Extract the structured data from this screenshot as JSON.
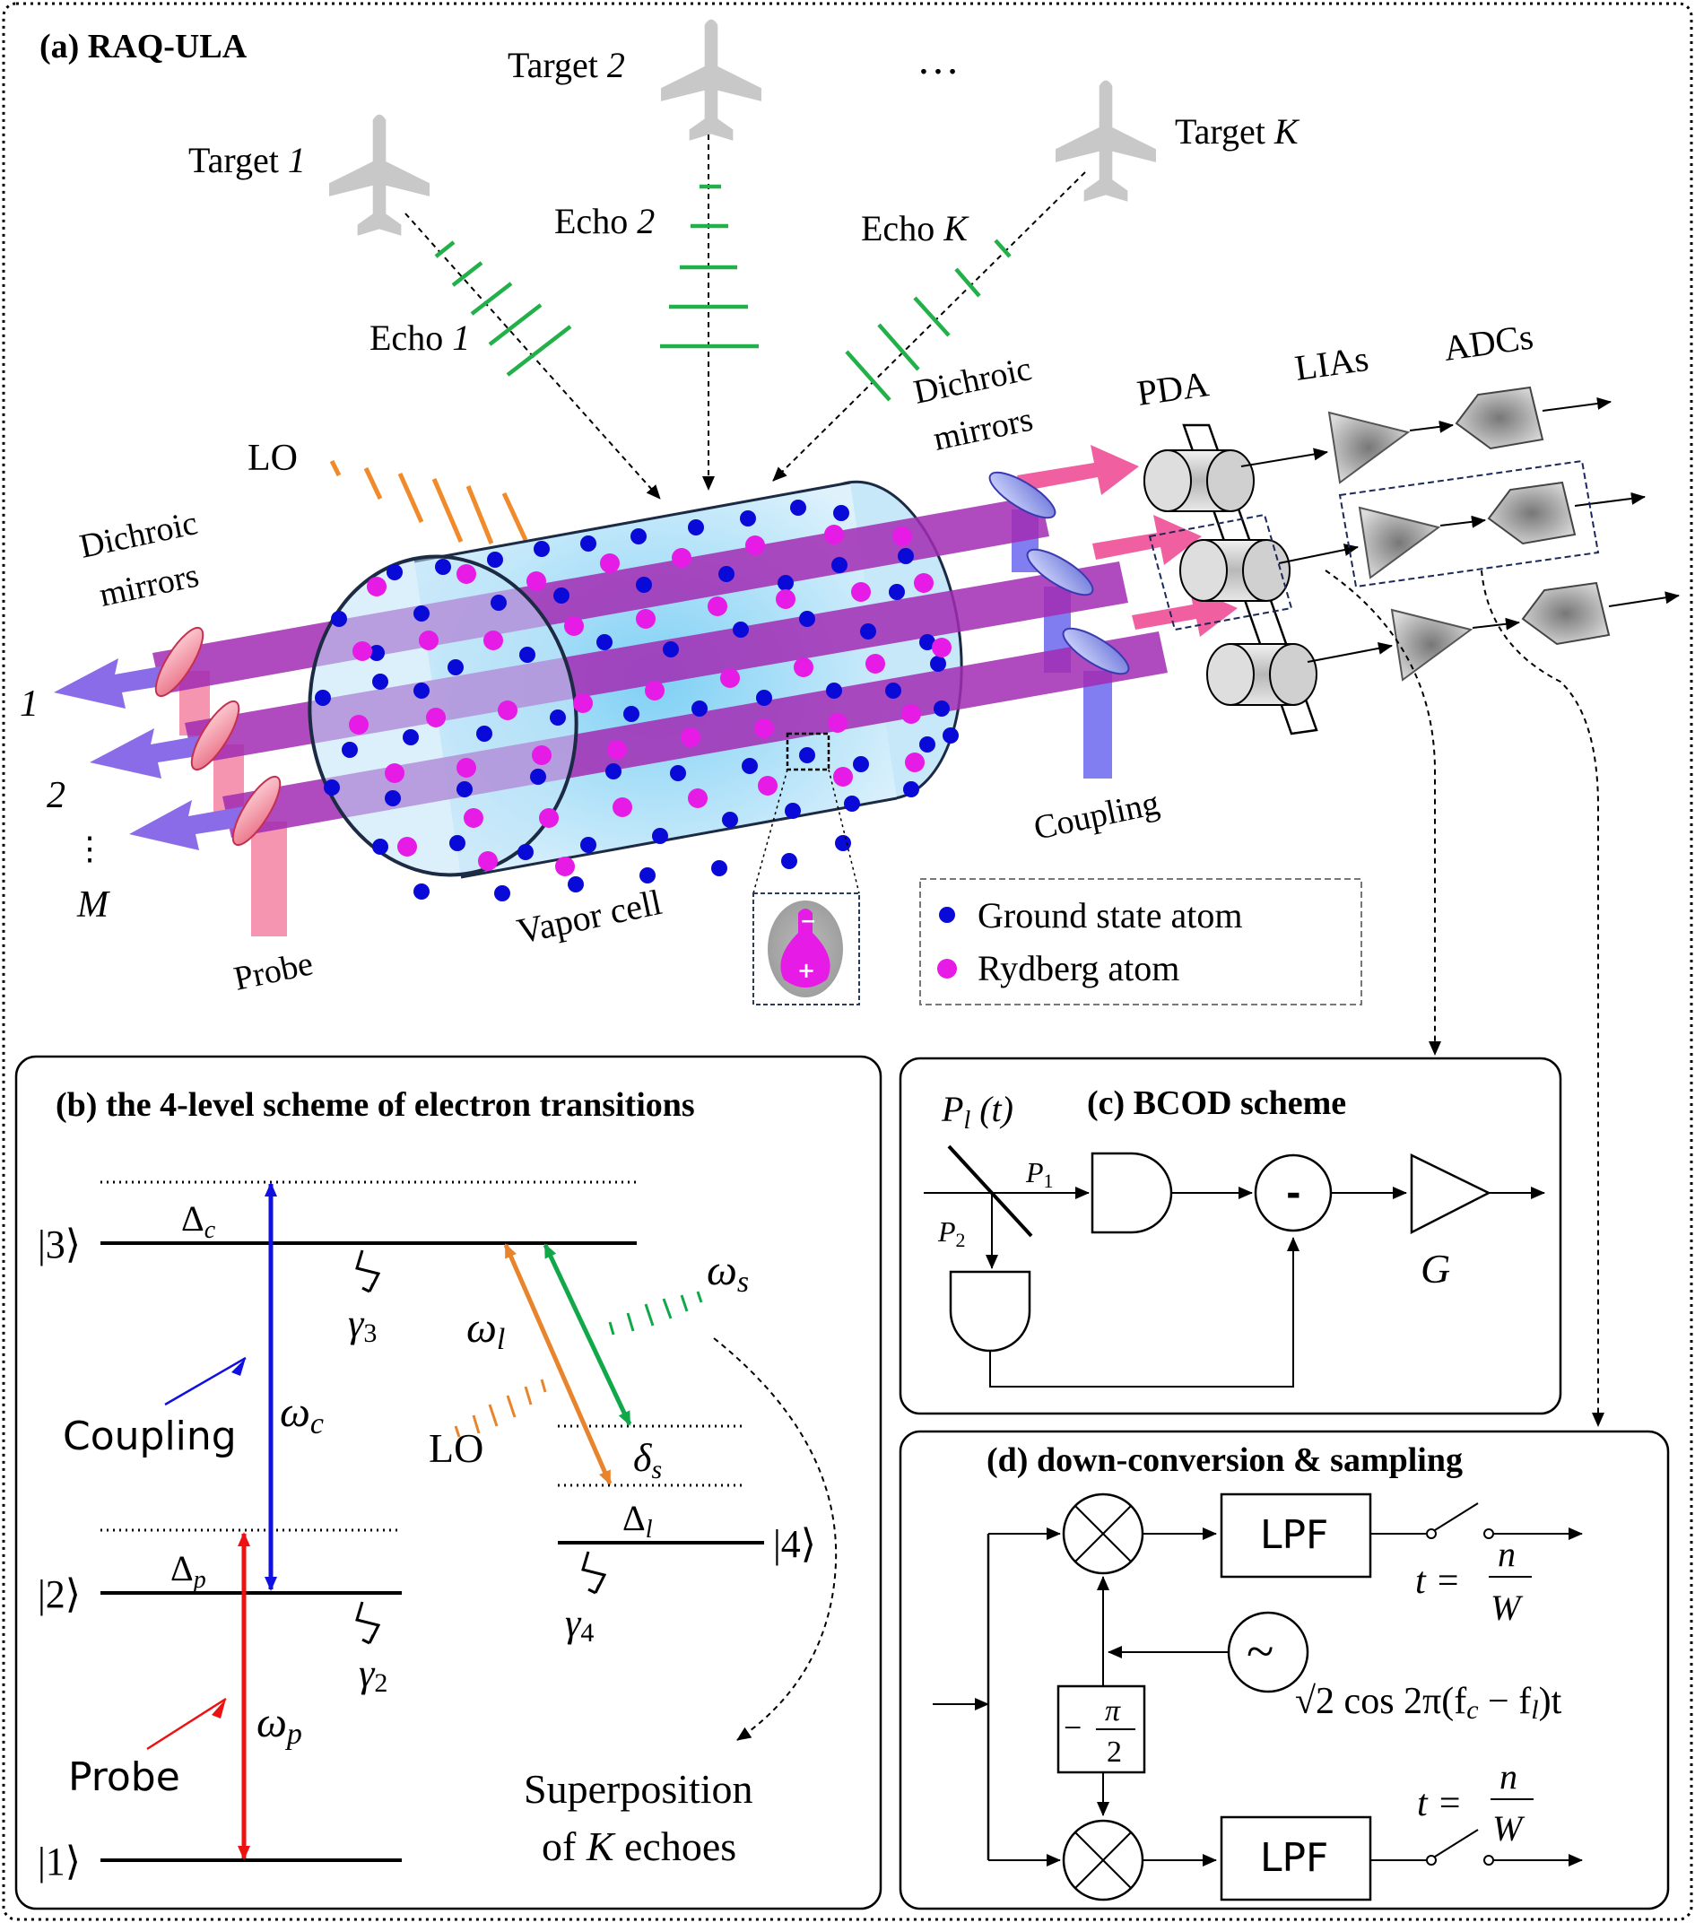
{
  "panel_a": {
    "title": "(a) RAQ-ULA",
    "targets": [
      {
        "prefix": "Target ",
        "index": "1"
      },
      {
        "prefix": "Target ",
        "index": "2"
      },
      {
        "prefix": "Target ",
        "index": "K"
      }
    ],
    "ellipsis": "…",
    "echoes": [
      {
        "prefix": "Echo ",
        "index": "1"
      },
      {
        "prefix": "Echo ",
        "index": "2"
      },
      {
        "prefix": "Echo ",
        "index": "K"
      }
    ],
    "lo": "LO",
    "dichroic_left_1": "Dichroic",
    "dichroic_left_2": "mirrors",
    "dichroic_right_1": "Dichroic",
    "dichroic_right_2": "mirrors",
    "pda": "PDA",
    "lias": "LIAs",
    "adcs": "ADCs",
    "beam_1": "1",
    "beam_2": "2",
    "beam_dots": "⋮",
    "beam_m": "M",
    "probe": "Probe",
    "vapor_cell": "Vapor cell",
    "coupling": "Coupling",
    "legend_ground": "Ground state atom",
    "legend_rydberg": "Rydberg atom",
    "atom_minus": "−",
    "atom_plus": "+",
    "colors": {
      "ground_atom": "#0a0ad8",
      "rydberg_atom": "#e61be6",
      "probe_beam": "#8a6be8",
      "coupling_beam": "#f060a0",
      "echo": "#22b04a",
      "lo": "#f08a2a",
      "target": "#c8c8c8"
    }
  },
  "panel_b": {
    "title": "(b) the 4-level scheme of electron transitions",
    "level_1": "|1⟩",
    "level_2": "|2⟩",
    "level_3": "|3⟩",
    "level_4": "|4⟩",
    "delta_c": "Δ",
    "delta_c_sub": "c",
    "delta_p": "Δ",
    "delta_p_sub": "p",
    "delta_l": "Δ",
    "delta_l_sub": "l",
    "delta_s": "δ",
    "delta_s_sub": "s",
    "gamma_3": "γ",
    "gamma_3_sub": "3",
    "gamma_2": "γ",
    "gamma_2_sub": "2",
    "gamma_4": "γ",
    "gamma_4_sub": "4",
    "omega_c": "ω",
    "omega_c_sub": "c",
    "omega_p": "ω",
    "omega_p_sub": "p",
    "omega_l": "ω",
    "omega_l_sub": "l",
    "omega_s": "ω",
    "omega_s_sub": "s",
    "coupling": "Coupling",
    "probe": "Probe",
    "lo": "LO",
    "superposition_1": "Superposition",
    "superposition_2_pre": "of ",
    "superposition_2_k": "K",
    "superposition_2_post": " echoes"
  },
  "panel_c": {
    "title": "(c) BCOD scheme",
    "input": "P",
    "input_sub": "l",
    "input_t": " (t)",
    "p1": "P",
    "p1_sub": "1",
    "p2": "P",
    "p2_sub": "2",
    "minus": "-",
    "gain": "G"
  },
  "panel_d": {
    "title": "(d) down-conversion & sampling",
    "lpf_1": "LPF",
    "lpf_2": "LPF",
    "t_eq": "t =",
    "n": "n",
    "w": "W",
    "phase_num": "π",
    "phase_den": "2",
    "phase_minus": "−",
    "osc": "~",
    "lo_formula": "√2 cos 2π(f",
    "lo_formula_c": "c",
    "lo_formula_mid": " − f",
    "lo_formula_l": "l",
    "lo_formula_end": ")t"
  }
}
